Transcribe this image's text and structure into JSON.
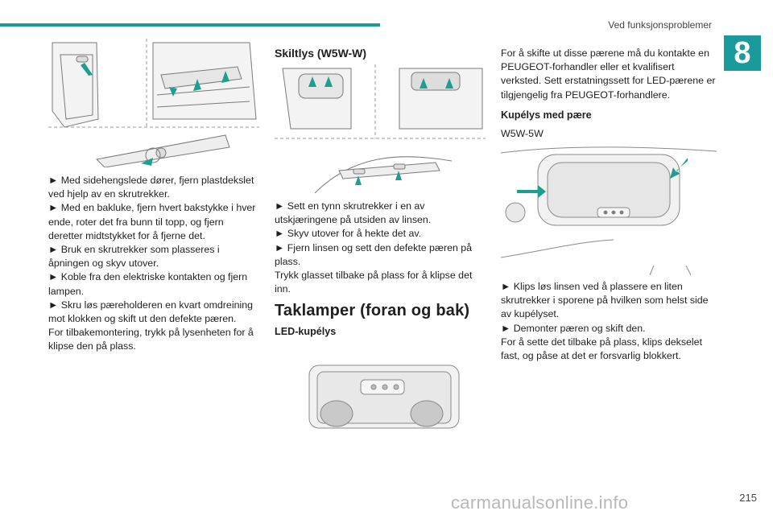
{
  "header": {
    "title": "Ved funksjonsproblemer",
    "chapter": "8"
  },
  "col1": {
    "paragraphs": [
      "► Med sidehengslede dører, fjern plastdekslet ved hjelp av en skrutrekker.",
      "► Med en bakluke, fjern hvert bakstykke i hver ende, roter det fra bunn til topp, og fjern deretter midtstykket for å fjerne det.",
      "► Bruk en skrutrekker som plasseres i åpningen og skyv utover.",
      "► Koble fra den elektriske kontakten og fjern lampen.",
      "► Skru løs pæreholderen en kvart omdreining mot klokken og skift ut den defekte pæren.",
      "For tilbakemontering, trykk på lysenheten for å klipse den på plass."
    ]
  },
  "col2": {
    "heading": "Skiltlys (W5W-W)",
    "paragraphs": [
      "► Sett en tynn skrutrekker i en av utskjæringene på utsiden av linsen.",
      "► Skyv utover for å hekte det av.",
      "► Fjern linsen og sett den defekte pæren på plass.",
      "Trykk glasset tilbake på plass for å klipse det inn."
    ],
    "section_title": "Taklamper (foran og bak)",
    "subheading": "LED-kupélys"
  },
  "col3": {
    "intro": "For å skifte ut disse pærene må du kontakte en PEUGEOT-forhandler eller et kvalifisert verksted. Sett erstatningssett for LED-pærene er tilgjengelig fra PEUGEOT-forhandlere.",
    "subheading": "Kupélys med pære",
    "bulb_code": "W5W-5W",
    "paragraphs": [
      "► Klips løs linsen ved å plassere en liten skrutrekker i sporene på hvilken som helst side av kupélyset.",
      "► Demonter pæren og skift den.",
      "For å sette det tilbake på plass, klips dekselet fast, og påse at det er forsvarlig blokkert."
    ]
  },
  "footer": {
    "page_number": "215",
    "watermark": "carmanualsonline.info"
  },
  "colors": {
    "accent": "#1a9a9a",
    "arrow": "#1e9e8e"
  }
}
